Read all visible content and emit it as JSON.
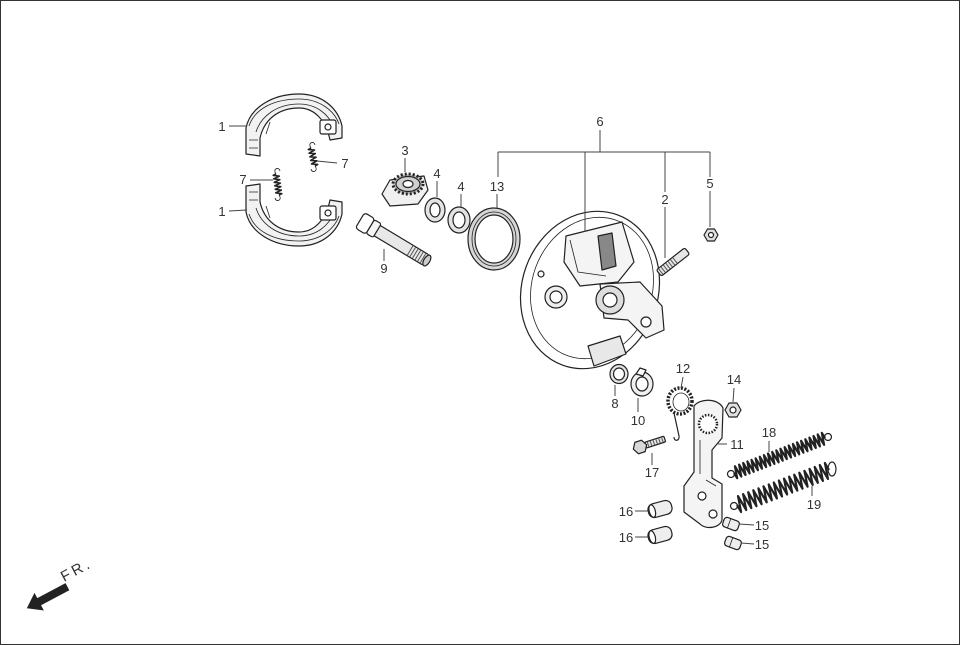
{
  "callouts": {
    "brake_shoe_upper": "1",
    "brake_shoe_lower": "1",
    "shoe_spring_right": "7",
    "shoe_spring_left": "7",
    "indicator_gear": "3",
    "washer_left": "4",
    "washer_right": "4",
    "dust_seal": "13",
    "brake_cam": "9",
    "brake_panel": "6",
    "stud": "2",
    "nut_top": "5",
    "washer_small": "8",
    "indicator_plate": "10",
    "return_spring": "12",
    "nut_arm": "14",
    "brake_arm": "11",
    "bolt": "17",
    "spring_long_upper": "18",
    "spring_long_lower": "19",
    "pin_upper": "16",
    "pin_lower": "16",
    "clip_upper": "15",
    "clip_lower": "15"
  },
  "orientation_marker": {
    "label": "FR.",
    "icon": "arrow-front-icon"
  }
}
